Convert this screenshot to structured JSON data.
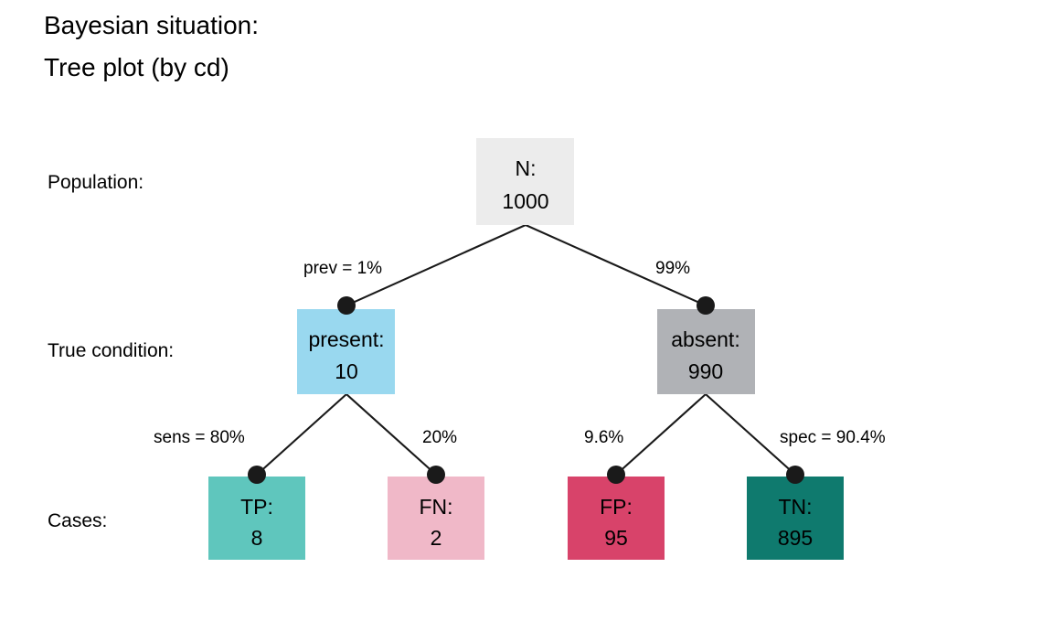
{
  "title": {
    "line1": "Bayesian situation:",
    "line2": "Tree plot (by cd)"
  },
  "row_labels": [
    {
      "name": "population",
      "label": "Population:"
    },
    {
      "name": "true-condition",
      "label": "True condition:"
    },
    {
      "name": "cases",
      "label": "Cases:"
    }
  ],
  "chart_data": {
    "type": "diagram",
    "title": "Bayesian situation: Tree plot (by cd)",
    "nodes": [
      {
        "id": "N",
        "label": "N:",
        "value": "1000",
        "color": "#ececec",
        "level": 0
      },
      {
        "id": "present",
        "label": "present:",
        "value": "10",
        "color": "#99d8ef",
        "level": 1
      },
      {
        "id": "absent",
        "label": "absent:",
        "value": "990",
        "color": "#b0b2b6",
        "level": 1
      },
      {
        "id": "TP",
        "label": "TP:",
        "value": "8",
        "color": "#5fc6bd",
        "level": 2
      },
      {
        "id": "FN",
        "label": "FN:",
        "value": "2",
        "color": "#f0b8c8",
        "level": 2
      },
      {
        "id": "FP",
        "label": "FP:",
        "value": "95",
        "color": "#d8436a",
        "level": 2
      },
      {
        "id": "TN",
        "label": "TN:",
        "value": "895",
        "color": "#0f7a6e",
        "level": 2
      }
    ],
    "edges": [
      {
        "from": "N",
        "to": "present",
        "label": "prev = 1%"
      },
      {
        "from": "N",
        "to": "absent",
        "label": "99%"
      },
      {
        "from": "present",
        "to": "TP",
        "label": "sens = 80%"
      },
      {
        "from": "present",
        "to": "FN",
        "label": "20%"
      },
      {
        "from": "absent",
        "to": "FP",
        "label": "9.6%"
      },
      {
        "from": "absent",
        "to": "TN",
        "label": "spec = 90.4%"
      }
    ],
    "probabilities": {
      "prevalence": "1%",
      "complement_prevalence": "99%",
      "sensitivity": "80%",
      "miss_rate": "20%",
      "false_alarm_rate": "9.6%",
      "specificity": "90.4%"
    },
    "counts": {
      "N": 1000,
      "present": 10,
      "absent": 990,
      "TP": 8,
      "FN": 2,
      "FP": 95,
      "TN": 895
    },
    "background": "#ffffff",
    "edge_color": "#1a1a1a"
  }
}
